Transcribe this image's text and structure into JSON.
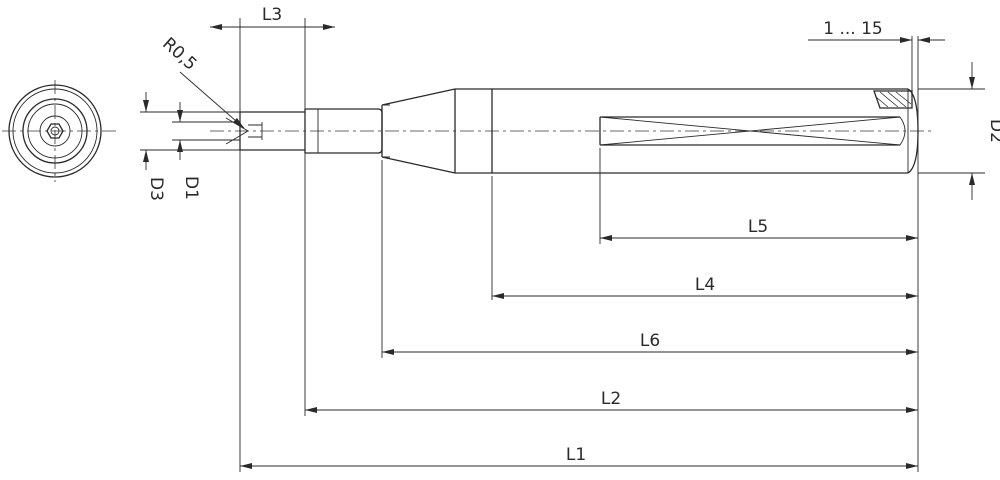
{
  "drawing": {
    "labels": {
      "l1": "L1",
      "l2": "L2",
      "l3": "L3",
      "l4": "L4",
      "l5": "L5",
      "l6": "L6",
      "d1": "D1",
      "d2": "D2",
      "d3": "D3",
      "r": "R0,5",
      "range": "1 ... 15"
    },
    "colors": {
      "ink": "#2a2a2a",
      "background": "#ffffff"
    }
  }
}
